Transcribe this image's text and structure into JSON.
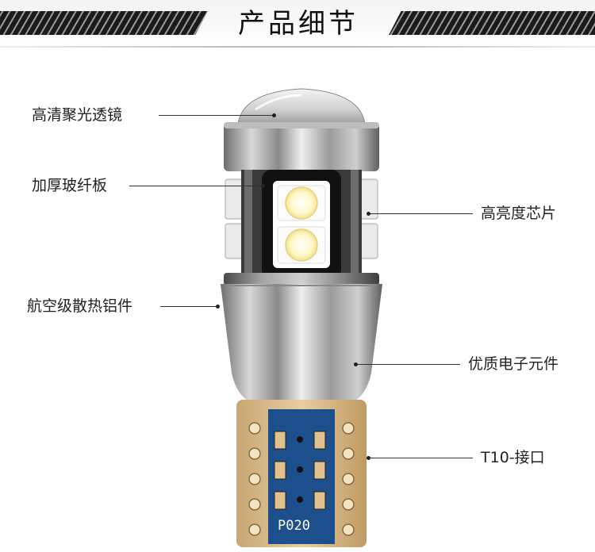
{
  "header": {
    "title": "产品细节"
  },
  "callouts": {
    "lens": "高清聚光透镜",
    "fiberglass": "加厚玻纤板",
    "chip": "高亮度芯片",
    "heatsink": "航空级散热铝件",
    "electronics": "优质电子元件",
    "interface": "T10-接口"
  },
  "pcb": {
    "code": "P020"
  },
  "colors": {
    "background": "#ffffff",
    "pcb_blue": "#1d4f8c",
    "pad_gold": "#d9b98a",
    "led_yellow": "#fff4b8"
  }
}
